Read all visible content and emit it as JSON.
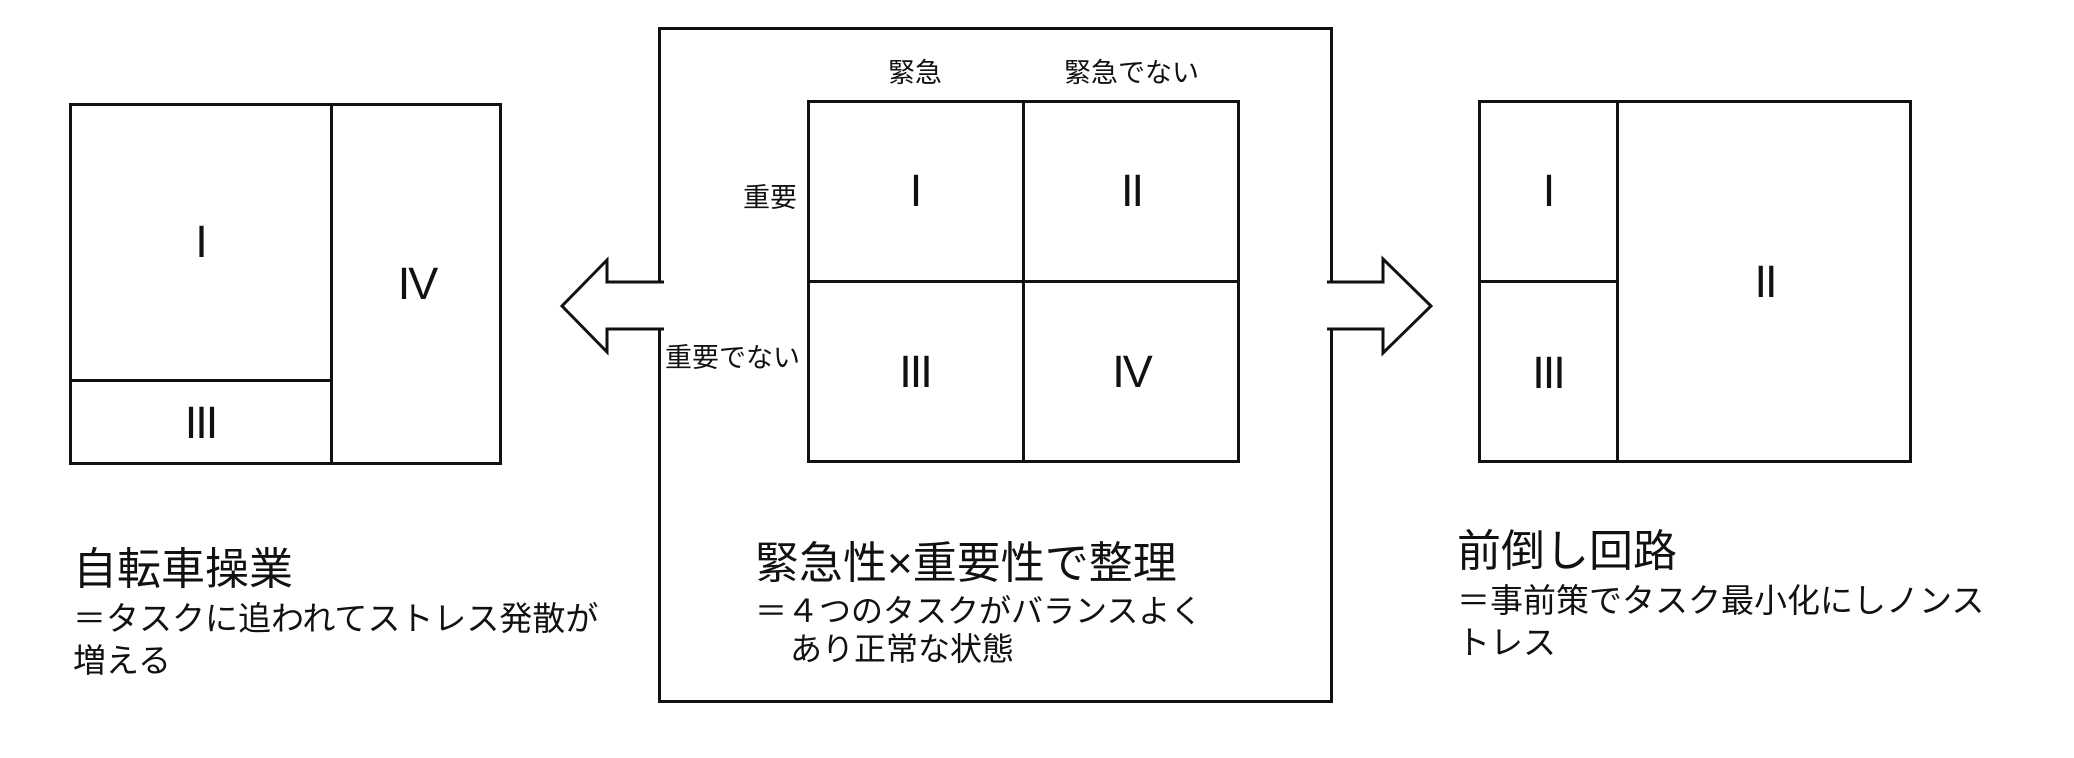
{
  "figures": {
    "left": {
      "title": "自転車操業",
      "desc": [
        "＝タスクに追われてストレス発散が",
        "増える"
      ],
      "quadrants": {
        "one": "I",
        "three": "III",
        "four": "IV"
      }
    },
    "center": {
      "col_urgent": "緊急",
      "col_not_urgent": "緊急でない",
      "row_important": "重要",
      "row_not_important": "重要でない",
      "quadrants": {
        "one": "I",
        "two": "II",
        "three": "III",
        "four": "IV"
      },
      "title": "緊急性×重要性で整理",
      "desc": [
        "＝４つのタスクがバランスよく",
        "あり正常な状態"
      ]
    },
    "right": {
      "title": "前倒し回路",
      "desc": [
        "＝事前策でタスク最小化にしノンス",
        "トレス"
      ],
      "quadrants": {
        "one": "I",
        "two": "II",
        "three": "III"
      }
    }
  },
  "colors": {
    "line": "#111111",
    "background": "#ffffff",
    "text": "#111111"
  }
}
